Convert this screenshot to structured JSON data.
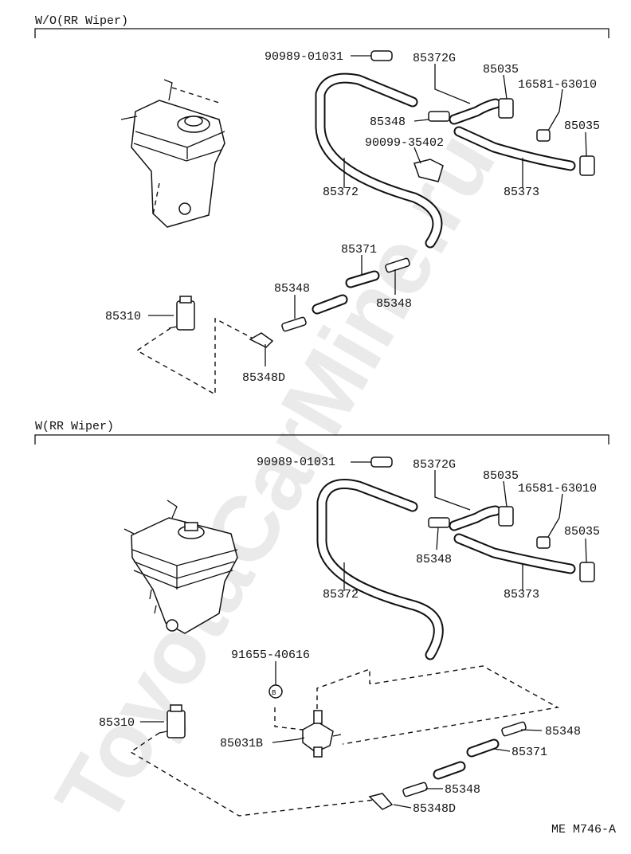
{
  "watermark": "ToyotaCarMine.ru",
  "figure_code": "ME M746-A",
  "sections": [
    {
      "title": "W/O(RR Wiper)",
      "labels": {
        "clamp": "90989-01031",
        "hose_short": "85372G",
        "nozzle_a": "85035",
        "nozzle_plug": "16581-63010",
        "joint_a": "85348",
        "nozzle_b": "85035",
        "clamp_b": "90099-35402",
        "hose_long": "85372",
        "hose_side": "85373",
        "hose_mid": "85371",
        "joint_b": "85348",
        "joint_c": "85348",
        "motor": "85310",
        "elbow": "85348D"
      }
    },
    {
      "title": "W(RR Wiper)",
      "labels": {
        "clamp": "90989-01031",
        "hose_short": "85372G",
        "nozzle_a": "85035",
        "nozzle_plug": "16581-63010",
        "joint_a": "85348",
        "nozzle_b": "85035",
        "hose_long": "85372",
        "hose_side": "85373",
        "bolt": "91655-40616",
        "motor": "85310",
        "valve": "85031B",
        "joint_b": "85348",
        "hose_mid": "85371",
        "joint_c": "85348",
        "elbow": "85348D"
      }
    }
  ]
}
